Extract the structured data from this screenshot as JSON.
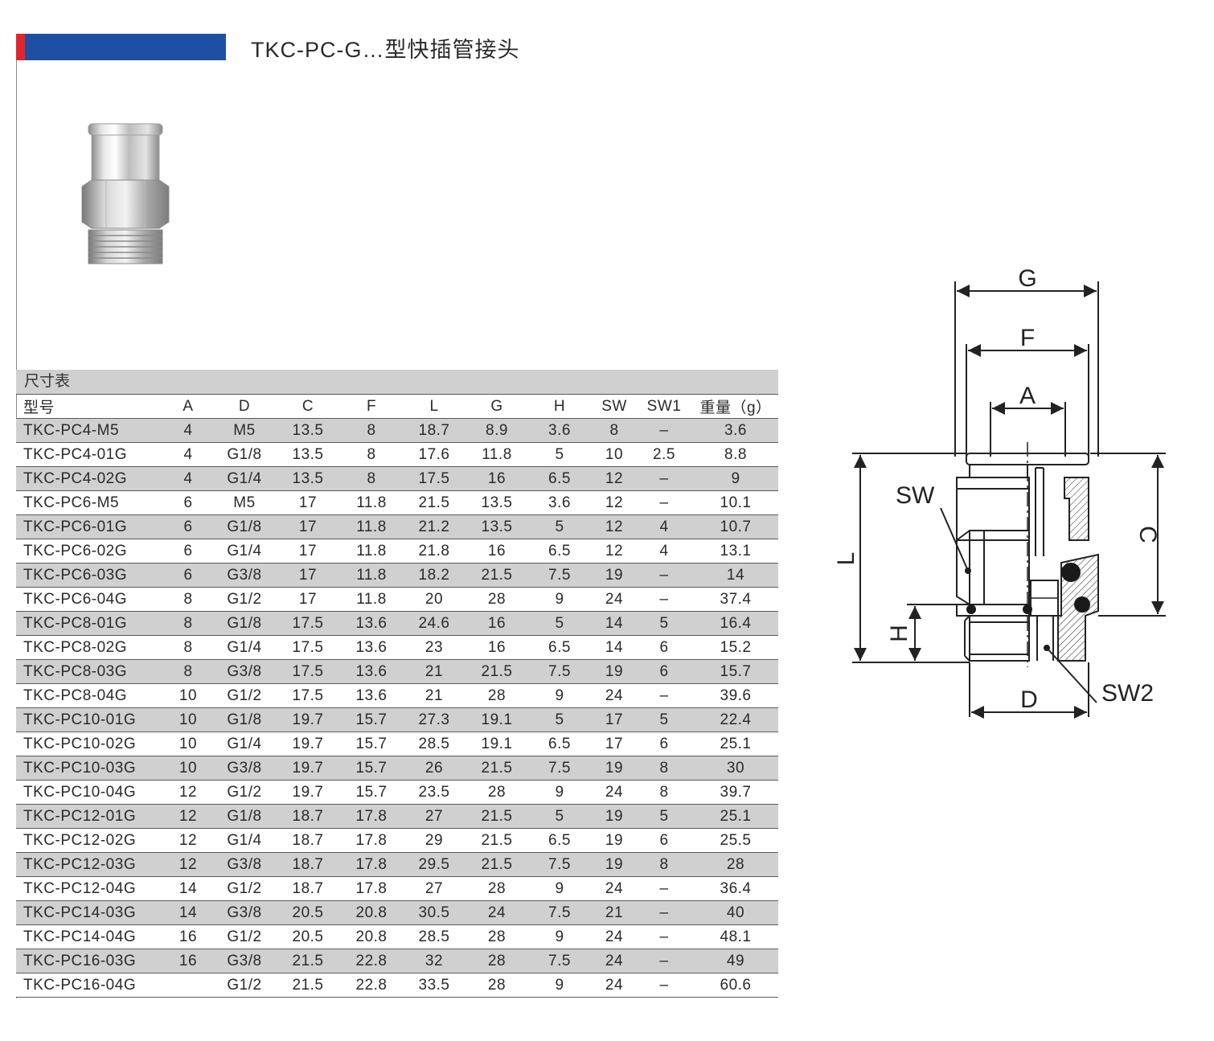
{
  "header": {
    "title": "TKC-PC-G…型快插管接头"
  },
  "table": {
    "caption": "尺寸表",
    "columns": [
      "型号",
      "A",
      "D",
      "C",
      "F",
      "L",
      "G",
      "H",
      "SW",
      "SW1",
      "重量（g）"
    ],
    "rows": [
      [
        "TKC-PC4-M5",
        "4",
        "M5",
        "13.5",
        "8",
        "18.7",
        "8.9",
        "3.6",
        "8",
        "–",
        "3.6"
      ],
      [
        "TKC-PC4-01G",
        "4",
        "G1/8",
        "13.5",
        "8",
        "17.6",
        "11.8",
        "5",
        "10",
        "2.5",
        "8.8"
      ],
      [
        "TKC-PC4-02G",
        "4",
        "G1/4",
        "13.5",
        "8",
        "17.5",
        "16",
        "6.5",
        "12",
        "–",
        "9"
      ],
      [
        "TKC-PC6-M5",
        "6",
        "M5",
        "17",
        "11.8",
        "21.5",
        "13.5",
        "3.6",
        "12",
        "–",
        "10.1"
      ],
      [
        "TKC-PC6-01G",
        "6",
        "G1/8",
        "17",
        "11.8",
        "21.2",
        "13.5",
        "5",
        "12",
        "4",
        "10.7"
      ],
      [
        "TKC-PC6-02G",
        "6",
        "G1/4",
        "17",
        "11.8",
        "21.8",
        "16",
        "6.5",
        "12",
        "4",
        "13.1"
      ],
      [
        "TKC-PC6-03G",
        "6",
        "G3/8",
        "17",
        "11.8",
        "18.2",
        "21.5",
        "7.5",
        "19",
        "–",
        "14"
      ],
      [
        "TKC-PC6-04G",
        "8",
        "G1/2",
        "17",
        "11.8",
        "20",
        "28",
        "9",
        "24",
        "–",
        "37.4"
      ],
      [
        "TKC-PC8-01G",
        "8",
        "G1/8",
        "17.5",
        "13.6",
        "24.6",
        "16",
        "5",
        "14",
        "5",
        "16.4"
      ],
      [
        "TKC-PC8-02G",
        "8",
        "G1/4",
        "17.5",
        "13.6",
        "23",
        "16",
        "6.5",
        "14",
        "6",
        "15.2"
      ],
      [
        "TKC-PC8-03G",
        "8",
        "G3/8",
        "17.5",
        "13.6",
        "21",
        "21.5",
        "7.5",
        "19",
        "6",
        "15.7"
      ],
      [
        "TKC-PC8-04G",
        "10",
        "G1/2",
        "17.5",
        "13.6",
        "21",
        "28",
        "9",
        "24",
        "–",
        "39.6"
      ],
      [
        "TKC-PC10-01G",
        "10",
        "G1/8",
        "19.7",
        "15.7",
        "27.3",
        "19.1",
        "5",
        "17",
        "5",
        "22.4"
      ],
      [
        "TKC-PC10-02G",
        "10",
        "G1/4",
        "19.7",
        "15.7",
        "28.5",
        "19.1",
        "6.5",
        "17",
        "6",
        "25.1"
      ],
      [
        "TKC-PC10-03G",
        "10",
        "G3/8",
        "19.7",
        "15.7",
        "26",
        "21.5",
        "7.5",
        "19",
        "8",
        "30"
      ],
      [
        "TKC-PC10-04G",
        "12",
        "G1/2",
        "19.7",
        "15.7",
        "23.5",
        "28",
        "9",
        "24",
        "8",
        "39.7"
      ],
      [
        "TKC-PC12-01G",
        "12",
        "G1/8",
        "18.7",
        "17.8",
        "27",
        "21.5",
        "5",
        "19",
        "5",
        "25.1"
      ],
      [
        "TKC-PC12-02G",
        "12",
        "G1/4",
        "18.7",
        "17.8",
        "29",
        "21.5",
        "6.5",
        "19",
        "6",
        "25.5"
      ],
      [
        "TKC-PC12-03G",
        "12",
        "G3/8",
        "18.7",
        "17.8",
        "29.5",
        "21.5",
        "7.5",
        "19",
        "8",
        "28"
      ],
      [
        "TKC-PC12-04G",
        "14",
        "G1/2",
        "18.7",
        "17.8",
        "27",
        "28",
        "9",
        "24",
        "–",
        "36.4"
      ],
      [
        "TKC-PC14-03G",
        "14",
        "G3/8",
        "20.5",
        "20.8",
        "30.5",
        "24",
        "7.5",
        "21",
        "–",
        "40"
      ],
      [
        "TKC-PC14-04G",
        "16",
        "G1/2",
        "20.5",
        "20.8",
        "28.5",
        "28",
        "9",
        "24",
        "–",
        "48.1"
      ],
      [
        "TKC-PC16-03G",
        "16",
        "G3/8",
        "21.5",
        "22.8",
        "32",
        "28",
        "7.5",
        "24",
        "–",
        "49"
      ],
      [
        "TKC-PC16-04G",
        "",
        "G1/2",
        "21.5",
        "22.8",
        "33.5",
        "28",
        "9",
        "24",
        "–",
        "60.6"
      ]
    ]
  },
  "drawing": {
    "labels": {
      "G": "G",
      "F": "F",
      "A": "A",
      "SW": "SW",
      "C": "C",
      "L": "L",
      "H": "H",
      "D": "D",
      "SW2": "SW2"
    }
  },
  "colors": {
    "brand_blue": "#1f4fa3",
    "brand_red": "#e0262c",
    "row_shade": "#d0d0d0"
  }
}
